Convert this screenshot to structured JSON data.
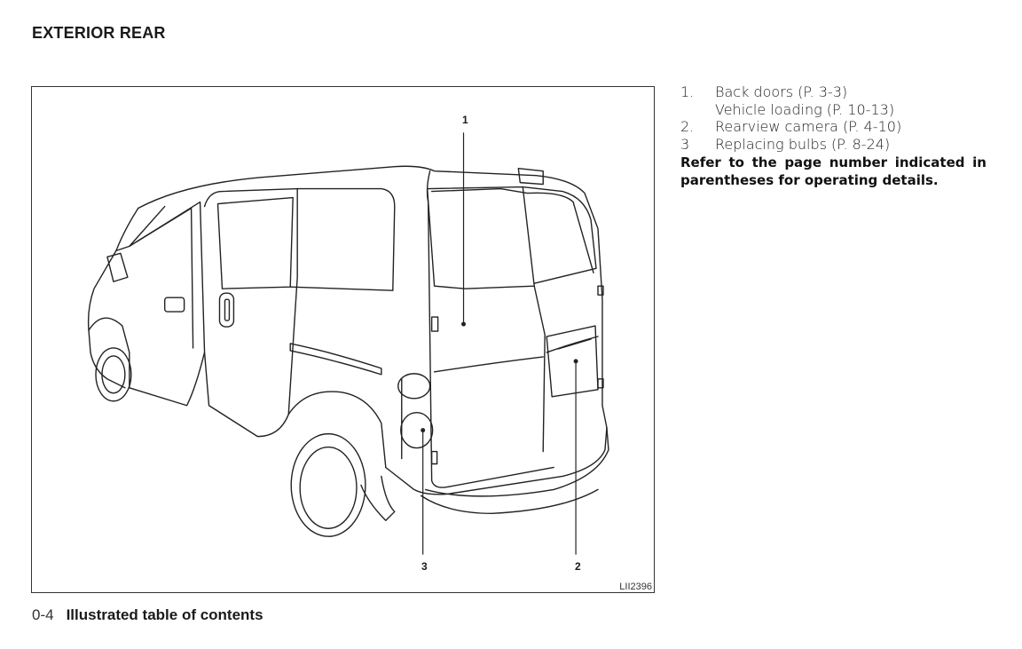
{
  "section": {
    "title": "EXTERIOR REAR"
  },
  "figure": {
    "code": "LII2396",
    "callouts": [
      "1",
      "2",
      "3"
    ]
  },
  "legend": {
    "items": [
      {
        "num": "1.",
        "lines": [
          "Back doors (P. 3-3)",
          "Vehicle loading (P. 10-13)"
        ]
      },
      {
        "num": "2.",
        "lines": [
          "Rearview camera (P. 4-10)"
        ]
      },
      {
        "num": "3",
        "lines": [
          "Replacing bulbs (P. 8-24)"
        ]
      }
    ],
    "note": "Refer to the page number indicated in parentheses for operating details."
  },
  "footer": {
    "page_number": "0-4",
    "chapter_title": "Illustrated table of contents"
  }
}
